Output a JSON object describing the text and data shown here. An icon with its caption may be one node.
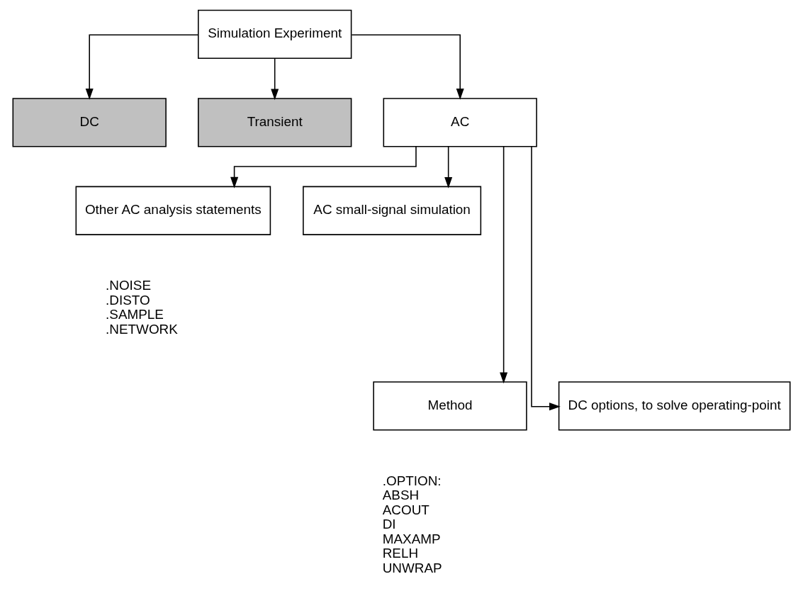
{
  "diagram": {
    "nodes": [
      {
        "text": [
          "Simulation Experiment"
        ]
      },
      {
        "text": [
          "DC"
        ]
      },
      {
        "text": [
          "Transient"
        ]
      },
      {
        "text": [
          "AC"
        ]
      },
      {
        "text": [
          "Other AC analysis statements"
        ],
        "beside": [
          ".NOISE",
          ".DISTO",
          ".SAMPLE",
          ".NETWORK"
        ]
      },
      {
        "text": [
          "AC small-signal simulation"
        ]
      },
      {
        "text": [
          "Method"
        ],
        "beside": [
          ".OPTION:",
          "ABSH",
          "ACOUT",
          "DI",
          "MAXAMP",
          "RELH",
          "UNWRAP"
        ]
      },
      {
        "text": [
          "DC options, to solve operating-point"
        ]
      }
    ],
    "edges": [
      {
        "from": 0,
        "to": 1,
        "arrow": "to"
      },
      {
        "from": 0,
        "to": 2,
        "arrow": "to"
      },
      {
        "from": 0,
        "to": 3,
        "arrow": "to"
      },
      {
        "from": 3,
        "to": 4,
        "arrow": "to"
      },
      {
        "from": 3,
        "to": 5,
        "arrow": "to"
      },
      {
        "from": 3,
        "to": 6,
        "arrow": "to"
      },
      {
        "from": 3,
        "to": 7,
        "arrow": "to"
      }
    ]
  }
}
